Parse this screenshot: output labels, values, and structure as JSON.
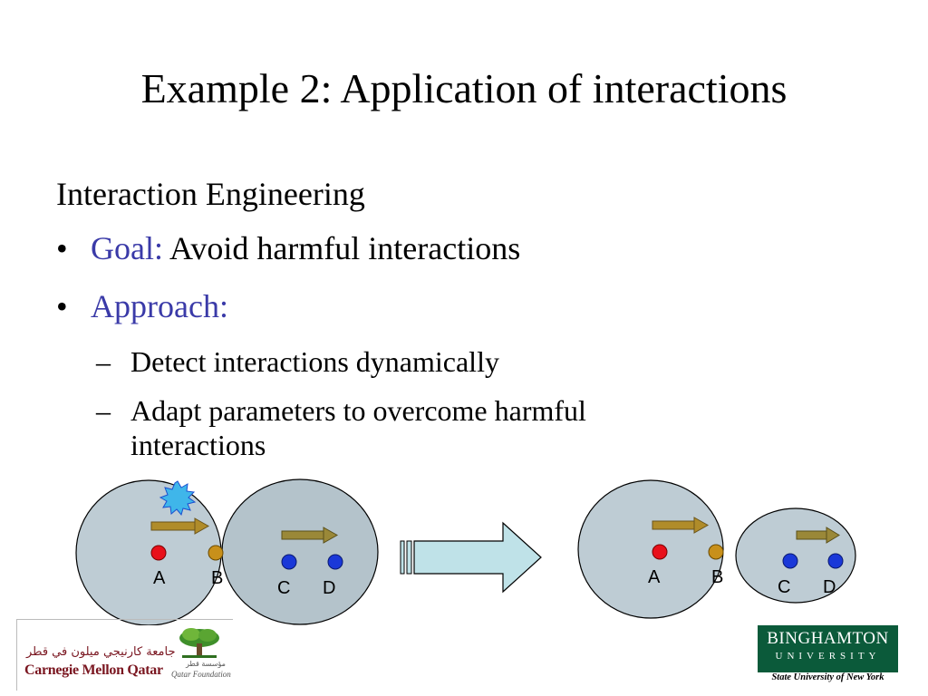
{
  "slide": {
    "title": "Example 2: Application of interactions",
    "heading": "Interaction Engineering",
    "bullets": [
      {
        "label": "Goal:",
        "text": " Avoid harmful interactions"
      },
      {
        "label": "Approach:",
        "text": ""
      }
    ],
    "sub_bullets": [
      "Detect interactions dynamically",
      "Adapt parameters to overcome harmful interactions"
    ],
    "bullet_symbol": "•",
    "dash_symbol": "–"
  },
  "diagram": {
    "before_nodes": [
      "A",
      "B",
      "C",
      "D"
    ],
    "after_nodes": [
      "A",
      "B",
      "C",
      "D"
    ],
    "colors": {
      "node_a": "#e8101a",
      "node_b": "#c8901a",
      "node_cd": "#1a38d8",
      "arrow": "#b08c2a",
      "circle_fill": "#b3c3cc",
      "big_arrow": "#bfe2e8"
    },
    "icons": [
      "collision-starburst-icon",
      "transition-arrow-icon"
    ]
  },
  "logos": {
    "cmu": {
      "arabic": "جامعة كارنيجي ميلون في قطر",
      "name": "Carnegie Mellon Qatar"
    },
    "qf": {
      "arabic": "مؤسسة قطر",
      "name": "Qatar Foundation"
    },
    "bu": {
      "name": "BINGHAMTON",
      "univ": "UNIVERSITY",
      "tagline": "State University of New York",
      "color": "#0b5a3a"
    }
  }
}
